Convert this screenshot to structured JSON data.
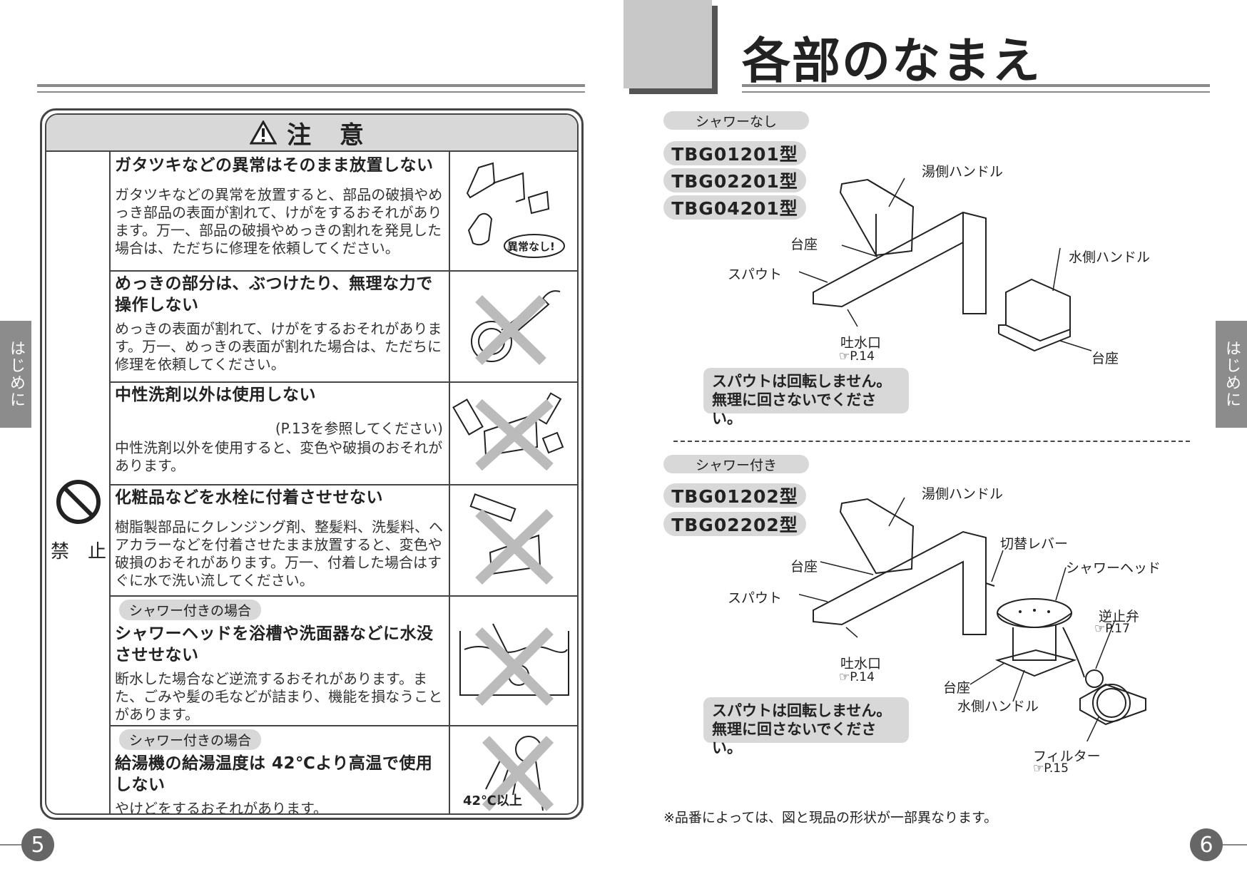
{
  "left_page": {
    "side_tab": "はじめに",
    "page_number": "5",
    "caution": {
      "header": "注 意",
      "prohibit_label": [
        "禁",
        "止"
      ],
      "rows": [
        {
          "title": "ガタツキなどの異常はそのまま放置しない",
          "body": "ガタツキなどの異常を放置すると、部品の破損やめっき部品の表面が割れて、けがをするおそれがあります。万一、部品の破損やめっきの割れを発見した場合は、ただちに修理を依頼してください。",
          "image_text": "異常なし!"
        },
        {
          "title": "めっきの部分は、ぶつけたり、無理な力で操作しない",
          "body": "めっきの表面が割れて、けがをするおそれがあります。万一、めっきの表面が割れた場合は、ただちに修理を依頼してください。"
        },
        {
          "title": "中性洗剤以外は使用しない",
          "ref": "(P.13を参照してください)",
          "body": "中性洗剤以外を使用すると、変色や破損のおそれがあります。"
        },
        {
          "title": "化粧品などを水栓に付着させせない",
          "body": "樹脂製部品にクレンジング剤、整髪料、洗髪料、ヘアカラーなどを付着させたまま放置すると、変色や破損のおそれがあります。万一、付着した場合はすぐに水で洗い流してください。"
        },
        {
          "tag": "シャワー付きの場合",
          "title": "シャワーヘッドを浴槽や洗面器などに水没させせない",
          "body": "断水した場合など逆流するおそれがあります。また、ごみや髪の毛などが詰まり、機能を損なうことがあります。"
        },
        {
          "tag": "シャワー付きの場合",
          "title": "給湯機の給湯温度は 42℃より高温で使用しない",
          "body": "やけどをするおそれがあります。",
          "image_text": "42℃以上"
        }
      ]
    }
  },
  "right_page": {
    "title": "各部のなまえ",
    "side_tab": "はじめに",
    "page_number": "6",
    "section1": {
      "label": "シャワーなし",
      "models": [
        "TBG01201型",
        "TBG02201型",
        "TBG04201型"
      ],
      "labels": {
        "hot_handle": "湯側ハンドル",
        "base1": "台座",
        "spout": "スパウト",
        "cold_handle": "水側ハンドル",
        "outlet": "吐水口",
        "outlet_ref": "P.14",
        "base2": "台座"
      },
      "note": [
        "スパウトは回転しません。",
        "無理に回さないでください。"
      ]
    },
    "section2": {
      "label": "シャワー付き",
      "models": [
        "TBG01202型",
        "TBG02202型"
      ],
      "labels": {
        "hot_handle": "湯側ハンドル",
        "switch_lever": "切替レバー",
        "base1": "台座",
        "shower_head": "シャワーヘッド",
        "spout": "スパウト",
        "check_valve": "逆止弁",
        "check_valve_ref": "P.17",
        "outlet": "吐水口",
        "outlet_ref": "P.14",
        "base2": "台座",
        "cold_handle": "水側ハンドル",
        "filter": "フィルター",
        "filter_ref": "P.15"
      },
      "note": [
        "スパウトは回転しません。",
        "無理に回さないでください。"
      ]
    },
    "footnote": "※品番によっては、図と現品の形状が一部異なります。"
  }
}
